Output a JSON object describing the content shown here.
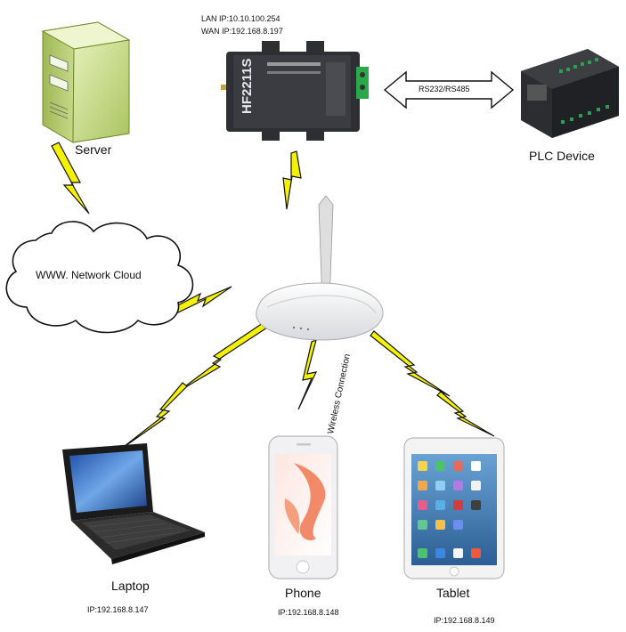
{
  "router": {
    "lan_ip": "LAN IP:10.10.100.254",
    "wan_ip": "WAN IP:192.168.8.197"
  },
  "server": {
    "label": "Server"
  },
  "plc": {
    "label": "PLC Device"
  },
  "serial_link": {
    "label": "RS232/RS485"
  },
  "cloud": {
    "label": "WWW. Network Cloud"
  },
  "wireless": {
    "label": "Wireless Connection"
  },
  "laptop": {
    "label": "Laptop",
    "ip": "IP:192.168.8.147"
  },
  "phone": {
    "label": "Phone",
    "ip": "IP:192.168.8.148"
  },
  "tablet": {
    "label": "Tablet",
    "ip": "IP:192.168.8.149"
  },
  "device_model": "HF2211S",
  "colors": {
    "lightning_fill": "#f4f200",
    "lightning_stroke": "#111111",
    "server_body": "#c9de8a",
    "device_body": "#2d2f33",
    "terminal_green": "#2aa84a"
  }
}
